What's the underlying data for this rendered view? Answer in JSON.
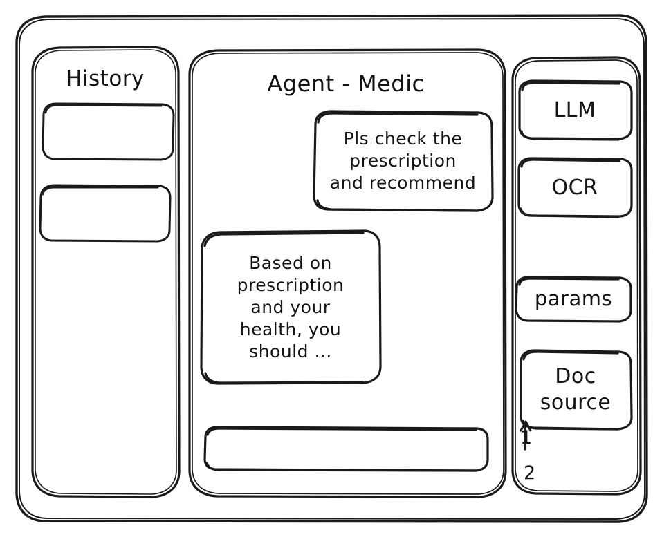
{
  "style": {
    "stroke_color": "#1a1a1a",
    "background_color": "#ffffff",
    "sketch": "hand-drawn wireframe"
  },
  "window": {
    "name": "app-window-frame"
  },
  "sidebar": {
    "title": "History",
    "items": [
      {
        "name": "history-item-1",
        "label": ""
      },
      {
        "name": "history-item-2",
        "label": ""
      }
    ]
  },
  "main": {
    "title": "Agent - Medic",
    "messages": [
      {
        "role": "user",
        "text": "Pls check the\nprescription\nand recommend"
      },
      {
        "role": "agent",
        "text": "Based on\nprescription\nand your\nhealth, you\nshould ..."
      }
    ],
    "composer": {
      "value": "",
      "placeholder": ""
    }
  },
  "tools_panel": {
    "buttons": [
      {
        "name": "llm-button",
        "label": "LLM"
      },
      {
        "name": "ocr-button",
        "label": "OCR"
      },
      {
        "name": "params-button",
        "label": "params"
      },
      {
        "name": "doc-source-button",
        "label": "Doc\nsource"
      }
    ],
    "doc_sources": [
      {
        "label": "1"
      },
      {
        "label": "2"
      }
    ]
  }
}
